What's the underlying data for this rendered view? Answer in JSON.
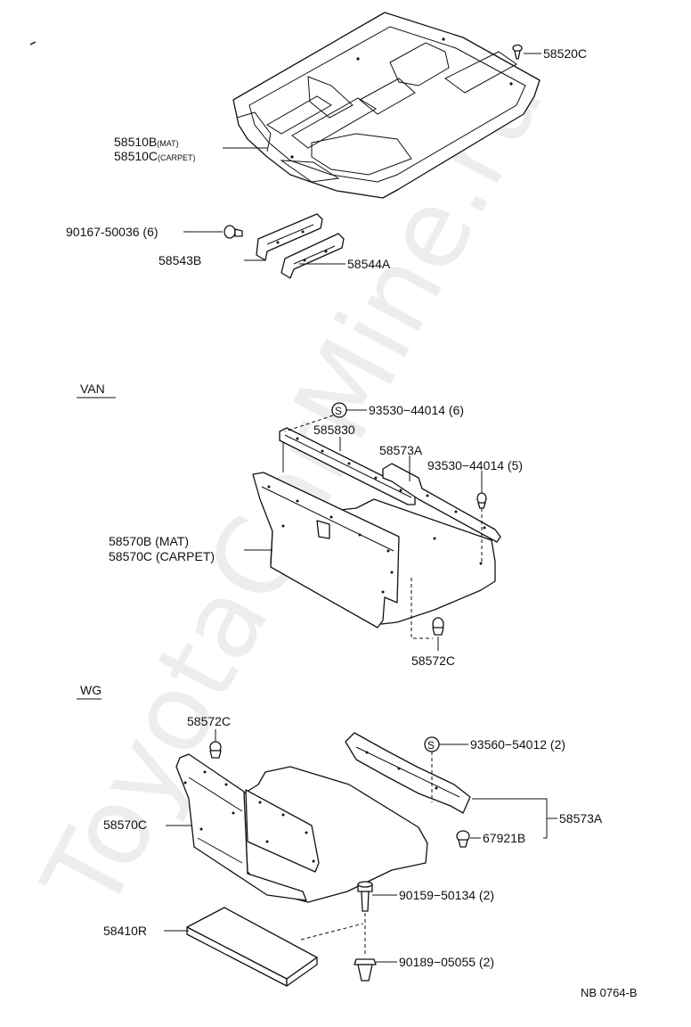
{
  "watermark": "ToyotaCarMine.ru",
  "sections": {
    "van": "VAN",
    "wg": "WG"
  },
  "labels": {
    "p58520c": "58520C",
    "p58510b": "58510B",
    "p58510b_note": "(MAT)",
    "p58510c": "58510C",
    "p58510c_note": "(CARPET)",
    "p90167": "90167-50036 (6)",
    "p58543b": "58543B",
    "p58544a": "58544A",
    "van_93530_6": "93530−44014 (6)",
    "van_585830": "585830",
    "van_58573a": "58573A",
    "van_93530_5": "93530−44014 (5)",
    "van_58570b": "58570B (MAT)",
    "van_58570c": "58570C (CARPET)",
    "van_58572c": "58572C",
    "wg_58572c": "58572C",
    "wg_93560": "93560−54012 (2)",
    "wg_58570c": "58570C",
    "wg_58573a": "58573A",
    "wg_67921b": "67921B",
    "wg_90159": "90159−50134 (2)",
    "wg_58410r": "58410R",
    "wg_90189": "90189−05055 (2)"
  },
  "symbols": {
    "service_mark": "S"
  },
  "footer": {
    "code": "NB 0764-B"
  }
}
